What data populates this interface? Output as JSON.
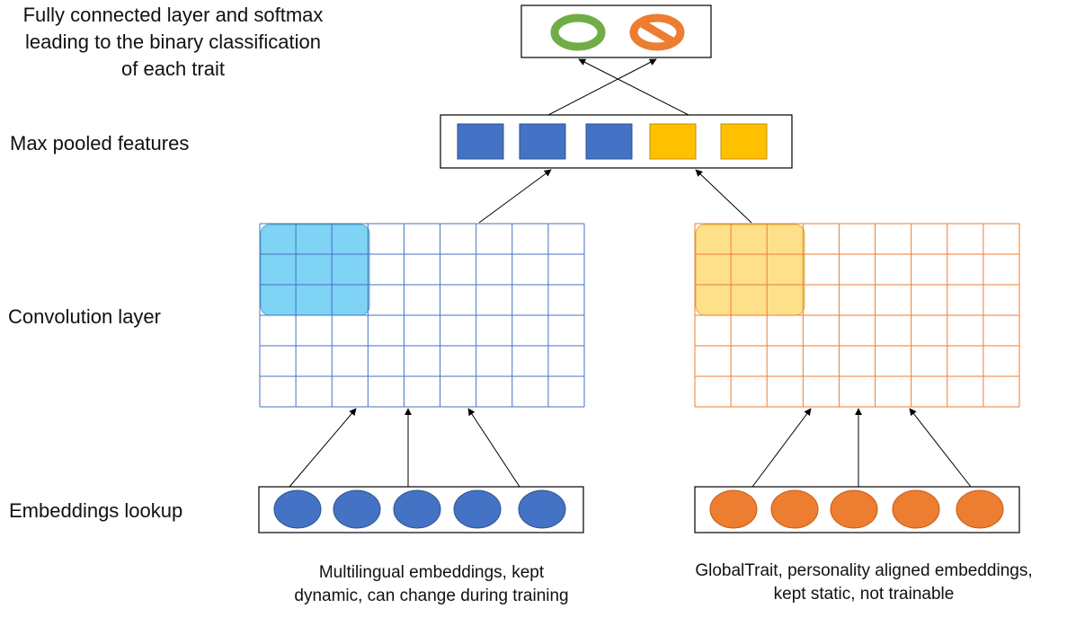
{
  "labels": {
    "classification": "Fully connected layer and softmax\nleading to the binary classification\nof each trait",
    "max_pooled": "Max pooled features",
    "convolution": "Convolution layer",
    "embeddings": "Embeddings lookup"
  },
  "captions": {
    "multilingual": "Multilingual embeddings, kept\ndynamic, can change during training",
    "globaltrait": "GlobalTrait, personality aligned embeddings,\nkept static, not trainable"
  },
  "icons": {
    "positive": "green-ring-icon",
    "negative": "orange-prohibited-icon"
  },
  "colors": {
    "blue_feature": "#4472c4",
    "yellow_feature": "#ffc000",
    "orange_embedding": "#ed7d31",
    "blue_grid": "#4472c4",
    "orange_grid": "#ed7d31",
    "blue_filter": "#7fd3f5",
    "yellow_filter": "#ffe08a",
    "positive_ring": "#70ad47"
  },
  "counts": {
    "blue_features": 3,
    "yellow_features": 2,
    "embeddings_per_group": 5
  }
}
